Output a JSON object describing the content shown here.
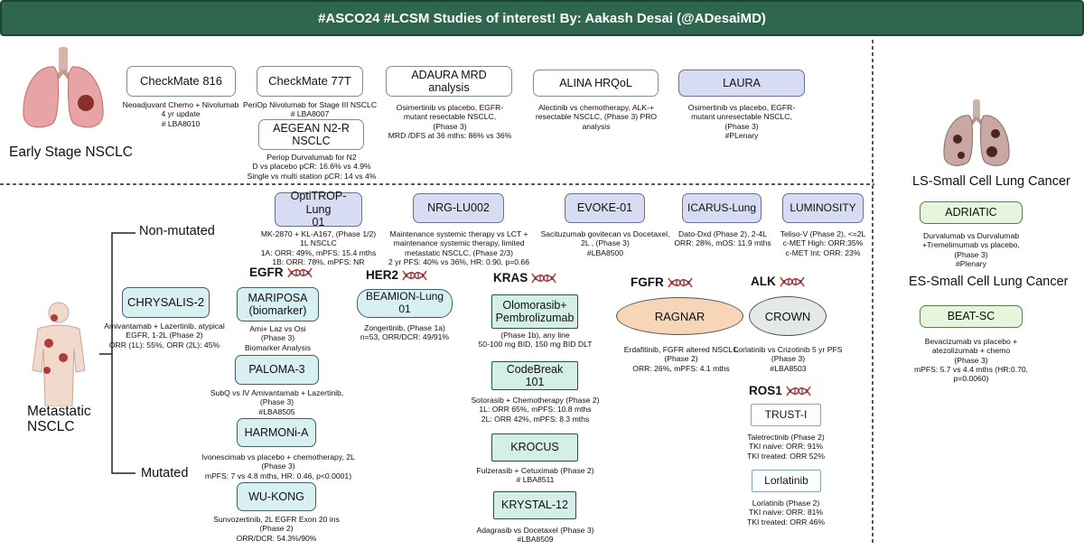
{
  "header": {
    "title": "#ASCO24 #LCSM Studies of interest! By: Aakash Desai (@ADesaiMD)"
  },
  "sections": {
    "early_stage": "Early Stage NSCLC",
    "metastatic": "Metastatic\nNSCLC",
    "non_mutated": "Non-mutated",
    "mutated": "Mutated",
    "ls_sclc": "LS-Small Cell Lung Cancer",
    "es_sclc": "ES-Small Cell Lung Cancer"
  },
  "genes": {
    "egfr": "EGFR",
    "her2": "HER2",
    "kras": "KRAS",
    "fgfr": "FGFR",
    "alk": "ALK",
    "ros1": "ROS1"
  },
  "studies": {
    "checkmate816": {
      "name": "CheckMate 816",
      "desc": "Neoadjuvant Chemo + Nivolumab\n4 yr update\n# LBA8010"
    },
    "checkmate77t": {
      "name": "CheckMate 77T",
      "desc": "PeriOp Nivolumab for Stage III NSCLC\n# LBA8007"
    },
    "aegean": {
      "name": "AEGEAN N2-R\nNSCLC",
      "desc": "Periop Durvalumab for N2\nD vs placebo pCR: 16.6% vs 4.9%\nSingle vs multi station pCR: 14 vs 4%"
    },
    "adaura": {
      "name": "ADAURA MRD analysis",
      "desc": "Osimertinib vs placebo, EGFR-\nmutant resectable NSCLC,\n(Phase 3)\nMRD /DFS at 36 mths: 86% vs 36%"
    },
    "alina": {
      "name": "ALINA HRQoL",
      "desc": "Alectinib vs chemotherapy, ALK-+\nresectable NSCLC, (Phase 3) PRO\nanalysis"
    },
    "laura": {
      "name": "LAURA",
      "desc": "Osimertinib vs placebo, EGFR-\nmutant unresectable NSCLC,\n(Phase 3)\n#PLenary"
    },
    "optitrop": {
      "name": "OptiTROP-Lung\n01",
      "desc": "MK-2870 + KL-A167, (Phase 1/2)\n1L NSCLC\n1A: ORR: 49%, mPFS: 15.4 mths\n1B: ORR: 78%, mPFS: NR"
    },
    "nrg": {
      "name": "NRG-LU002",
      "desc": "Maintenance systemic therapy vs LCT +\nmaintenance systemic therapy, limited\nmetastatic NSCLC, (Phase 2/3)\n2 yr PFS: 40% vs 36%, HR: 0.90, p=0.66"
    },
    "evoke": {
      "name": "EVOKE-01",
      "desc": "Sacituzumab govitecan vs Docetaxel,\n2L , (Phase 3)\n#LBA8500"
    },
    "icarus": {
      "name": "ICARUS-Lung",
      "desc": "Dato-Dxd (Phase 2), 2-4L\nORR: 28%, mOS: 11.9 mths"
    },
    "luminosity": {
      "name": "LUMINOSITY",
      "desc": "Teliso-V (Phase 2), <=2L\nc-MET High: ORR:35%\nc-MET Int: ORR: 23%"
    },
    "chrysalis": {
      "name": "CHRYSALIS-2",
      "desc": "Amivantamab + Lazertinib, atypical\nEGFR, 1-2L  (Phase 2)\nORR (1L): 55%, ORR (2L): 45%"
    },
    "mariposa": {
      "name": "MARIPOSA\n(biomarker)",
      "desc": "Ami+ Laz vs Osi\n(Phase 3)\nBiomarker Analysis"
    },
    "paloma": {
      "name": "PALOMA-3",
      "desc": "SubQ vs IV Amivantamab + Lazertinib,\n(Phase 3)\n#LBA8505"
    },
    "harmoni": {
      "name": "HARMONi-A",
      "desc": "Ivonescimab vs placebo + chemotherapy, 2L\n(Phase 3)\nmPFS: 7 vs 4.8 mths, HR: 0.46, p<0.0001)"
    },
    "wukong": {
      "name": "WU-KONG",
      "desc": "Sunvozertinib, 2L EGFR Exon 20 ins\n(Phase 2)\nORR/DCR: 54.3%/90%"
    },
    "beamion": {
      "name": "BEAMION-Lung 01",
      "desc": "Zongertinib, (Phase 1a)\nn=53, ORR/DCR: 49/91%"
    },
    "olomorasib": {
      "name": "Olomorasib+\nPembrolizumab",
      "desc": "(Phase 1b), any line\n50-100 mg BID, 150 mg BID DLT"
    },
    "codebreak": {
      "name": "CodeBreak 101",
      "desc": "Sotorasib + Chemotherapy (Phase 2)\n1L: ORR 65%, mPFS: 10.8 mths\n2L: ORR 42%, mPFS: 8.3 mths"
    },
    "krocus": {
      "name": "KROCUS",
      "desc": "Fulzerasib + Cetuximab (Phase 2)\n# LBA8511"
    },
    "krystal": {
      "name": "KRYSTAL-12",
      "desc": "Adagrasib vs Docetaxel (Phase 3)\n#LBA8509"
    },
    "ragnar": {
      "name": "RAGNAR",
      "desc": "Erdafitinib, FGFR altered NSCLC\n(Phase 2)\nORR: 26%, mPFS: 4.1 mths"
    },
    "crown": {
      "name": "CROWN",
      "desc": "Lorlatinib vs Crizotinib 5 yr PFS\n(Phase 3)\n#LBA8503"
    },
    "trust": {
      "name": "TRUST-I",
      "desc": "Taletrectinib (Phase 2)\nTKI naive: ORR: 91%\nTKI treated: ORR 52%"
    },
    "lorlatinib": {
      "name": "Lorlatinib",
      "desc": "Lorlatinib (Phase 2)\nTKI naive: ORR: 81%\nTKI treated: ORR 46%"
    },
    "adriatic": {
      "name": "ADRIATIC",
      "desc": "Durvalumab vs Durvalumab\n+Tremelimumab vs placebo,\n(Phase 3)\n#Plenary"
    },
    "beatsc": {
      "name": "BEAT-SC",
      "desc": "Bevacizumab vs placebo +\natezolizumab + chemo\n(Phase 3)\nmPFS: 5.7 vs 4.4 mths (HR:0.70,\np=0.0060)"
    }
  },
  "icons": [
    "lungs-icon",
    "dna-icon",
    "human-body-icon"
  ],
  "colors": {
    "header": "#2f6650",
    "lavender": "#d7dcf2",
    "mint": "#d3efe7",
    "green": "#e6f6dc",
    "ragnar": "#f6d6b6",
    "crown": "#e4e8e6"
  }
}
